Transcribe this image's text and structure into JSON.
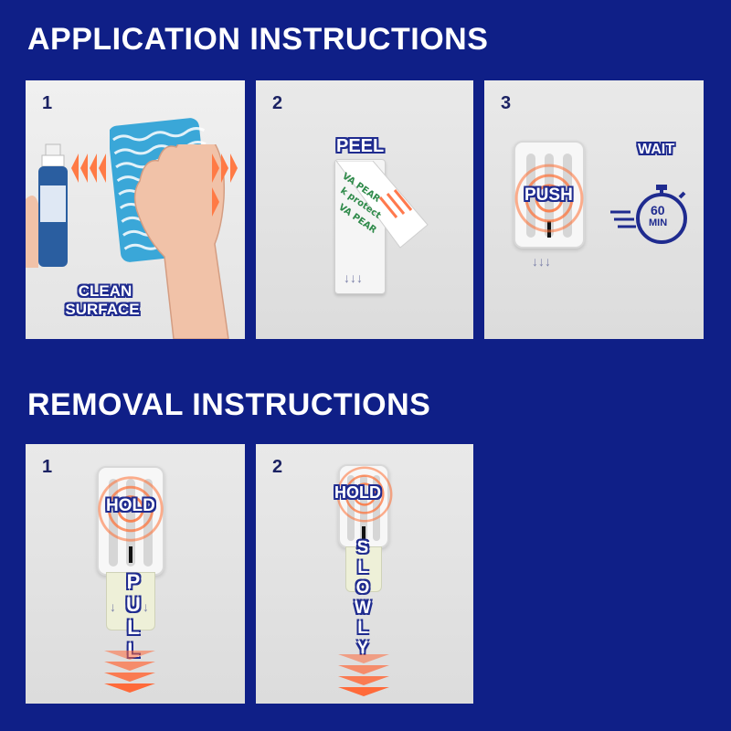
{
  "application": {
    "title": "APPLICATION INSTRUCTIONS",
    "steps": [
      {
        "number": "1",
        "caption_line1": "CLEAN",
        "caption_line2": "SURFACE"
      },
      {
        "number": "2",
        "caption": "PEEL"
      },
      {
        "number": "3",
        "push_label": "PUSH",
        "wait_label": "WAIT",
        "timer_value": "60",
        "timer_unit": "MIN"
      }
    ]
  },
  "removal": {
    "title": "REMOVAL INSTRUCTIONS",
    "steps": [
      {
        "number": "1",
        "hold_label": "HOLD",
        "pull_letters": [
          "P",
          "U",
          "L",
          "L"
        ]
      },
      {
        "number": "2",
        "hold_label": "HOLD",
        "slowly_letters": [
          "S",
          "L",
          "O",
          "W",
          "L",
          "Y"
        ]
      }
    ]
  },
  "colors": {
    "background": "#0f1f87",
    "accent_orange": "#ff6a3a",
    "outline_blue": "#1f2b8f",
    "cloth_blue": "#3aa7d8"
  },
  "icons": {
    "spray_bottle": "spray-bottle-icon",
    "cloth": "cleaning-cloth-icon",
    "hand": "hand-icon",
    "hook": "adhesive-hook-icon",
    "stopwatch": "stopwatch-icon",
    "chevrons": "chevron-down-icon"
  }
}
